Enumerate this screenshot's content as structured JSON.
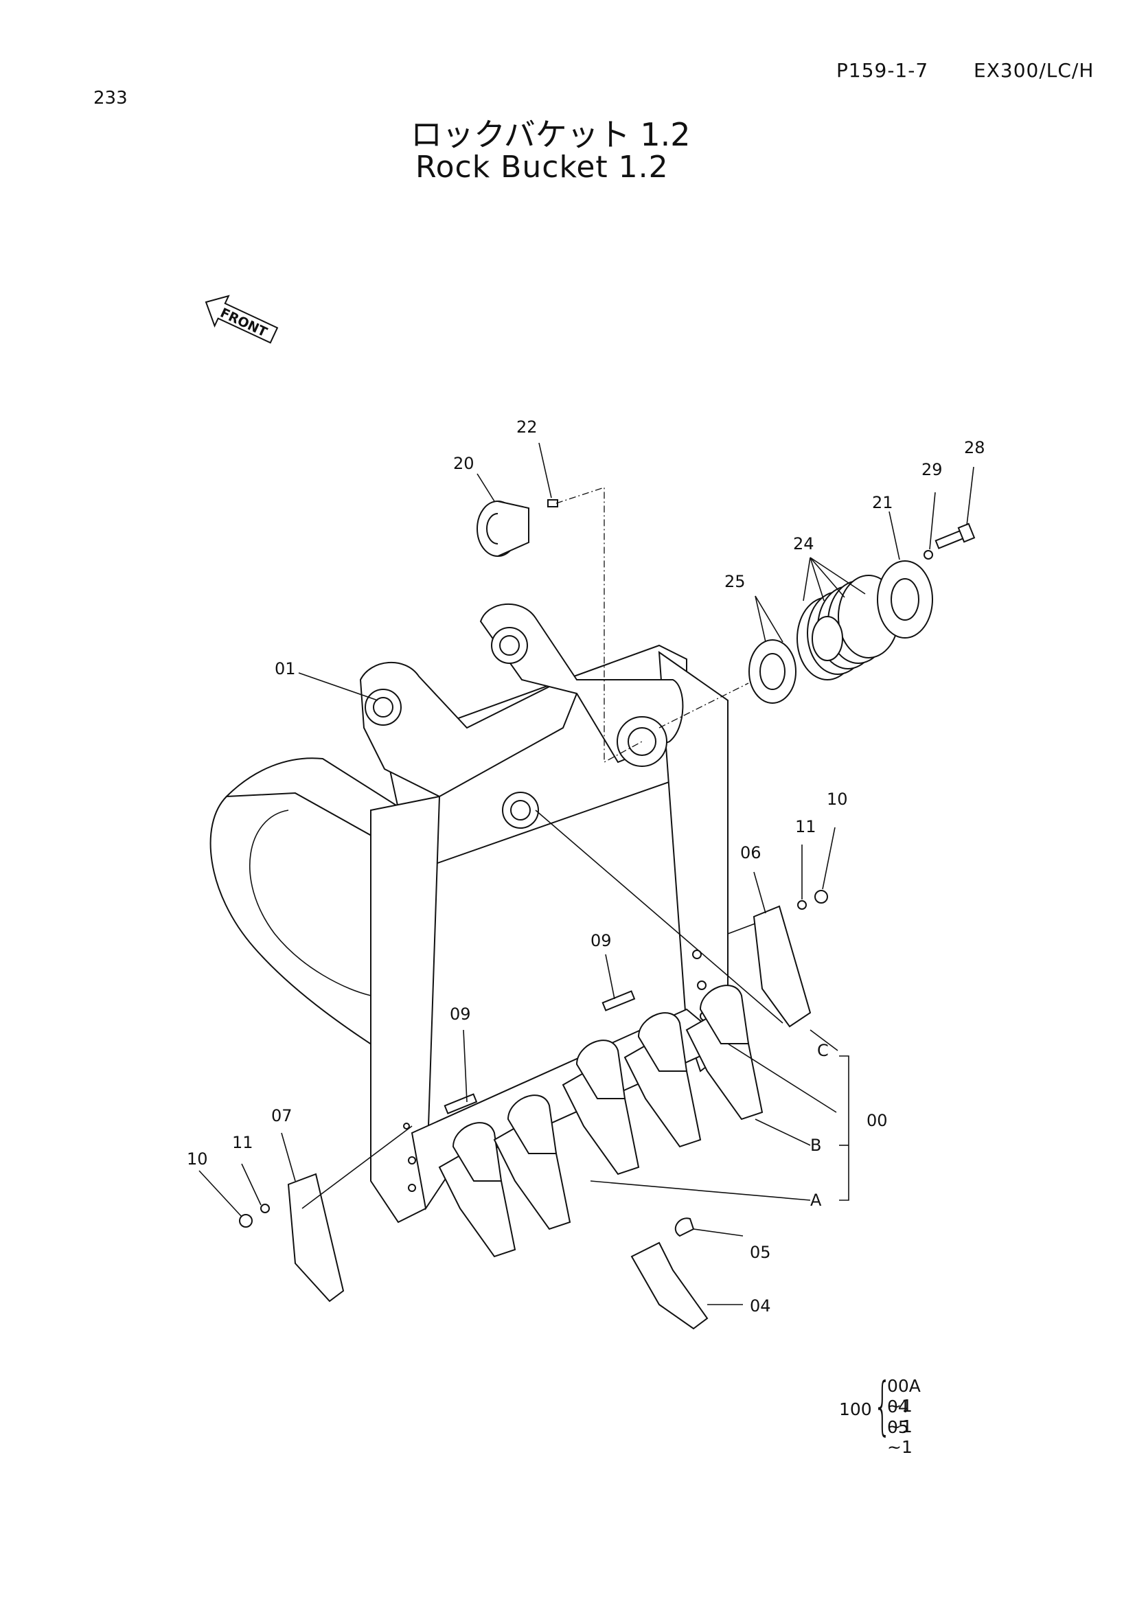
{
  "header": {
    "page_number": "233",
    "doc_ref": "P159-1-7",
    "model": "EX300/LC/H"
  },
  "title": {
    "japanese": "ロックバケット 1.2",
    "english": "Rock Bucket 1.2"
  },
  "front_arrow": {
    "label": "FRONT"
  },
  "callouts": {
    "c00": "00",
    "c01": "01",
    "c04": "04",
    "c05": "05",
    "c06": "06",
    "c07": "07",
    "c09a": "09",
    "c09b": "09",
    "c10a": "10",
    "c10b": "10",
    "c11a": "11",
    "c11b": "11",
    "c20": "20",
    "c21": "21",
    "c22": "22",
    "c24": "24",
    "c25": "25",
    "c28": "28",
    "c29": "29",
    "cA": "A",
    "cB": "B",
    "cC": "C"
  },
  "kit": {
    "number": "100",
    "items": [
      "00A ~1",
      "04  ~1",
      "05  ~1"
    ]
  }
}
